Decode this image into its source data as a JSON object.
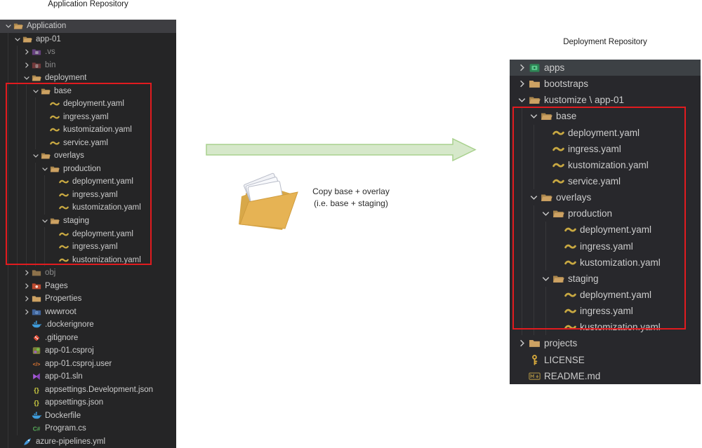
{
  "left_panel": {
    "title": "Application Repository",
    "rows": [
      {
        "label": "Application",
        "level": 0,
        "type": "folder",
        "state": "open",
        "icon": "folder-open",
        "highlight": true
      },
      {
        "label": "app-01",
        "level": 1,
        "type": "folder",
        "state": "open",
        "icon": "folder-open"
      },
      {
        "label": ".vs",
        "level": 2,
        "type": "folder",
        "state": "closed",
        "icon": "folder-vs",
        "dim": true
      },
      {
        "label": "bin",
        "level": 2,
        "type": "folder",
        "state": "closed",
        "icon": "folder-bin",
        "dim": true
      },
      {
        "label": "deployment",
        "level": 2,
        "type": "folder",
        "state": "open",
        "icon": "folder-open"
      },
      {
        "label": "base",
        "level": 3,
        "type": "folder",
        "state": "open",
        "icon": "folder-open"
      },
      {
        "label": "deployment.yaml",
        "level": 4,
        "type": "file",
        "icon": "yaml"
      },
      {
        "label": "ingress.yaml",
        "level": 4,
        "type": "file",
        "icon": "yaml"
      },
      {
        "label": "kustomization.yaml",
        "level": 4,
        "type": "file",
        "icon": "yaml"
      },
      {
        "label": "service.yaml",
        "level": 4,
        "type": "file",
        "icon": "yaml"
      },
      {
        "label": "overlays",
        "level": 3,
        "type": "folder",
        "state": "open",
        "icon": "folder-open"
      },
      {
        "label": "production",
        "level": 4,
        "type": "folder",
        "state": "open",
        "icon": "folder-open"
      },
      {
        "label": "deployment.yaml",
        "level": 5,
        "type": "file",
        "icon": "yaml"
      },
      {
        "label": "ingress.yaml",
        "level": 5,
        "type": "file",
        "icon": "yaml"
      },
      {
        "label": "kustomization.yaml",
        "level": 5,
        "type": "file",
        "icon": "yaml"
      },
      {
        "label": "staging",
        "level": 4,
        "type": "folder",
        "state": "open",
        "icon": "folder-open"
      },
      {
        "label": "deployment.yaml",
        "level": 5,
        "type": "file",
        "icon": "yaml"
      },
      {
        "label": "ingress.yaml",
        "level": 5,
        "type": "file",
        "icon": "yaml"
      },
      {
        "label": "kustomization.yaml",
        "level": 5,
        "type": "file",
        "icon": "yaml"
      },
      {
        "label": "obj",
        "level": 2,
        "type": "folder",
        "state": "closed",
        "icon": "folder-closed",
        "dim": true
      },
      {
        "label": "Pages",
        "level": 2,
        "type": "folder",
        "state": "closed",
        "icon": "folder-pages"
      },
      {
        "label": "Properties",
        "level": 2,
        "type": "folder",
        "state": "closed",
        "icon": "folder-closed"
      },
      {
        "label": "wwwroot",
        "level": 2,
        "type": "folder",
        "state": "closed",
        "icon": "folder-www"
      },
      {
        "label": ".dockerignore",
        "level": 2,
        "type": "file",
        "icon": "docker"
      },
      {
        "label": ".gitignore",
        "level": 2,
        "type": "file",
        "icon": "git"
      },
      {
        "label": "app-01.csproj",
        "level": 2,
        "type": "file",
        "icon": "csproj"
      },
      {
        "label": "app-01.csproj.user",
        "level": 2,
        "type": "file",
        "icon": "code"
      },
      {
        "label": "app-01.sln",
        "level": 2,
        "type": "file",
        "icon": "sln"
      },
      {
        "label": "appsettings.Development.json",
        "level": 2,
        "type": "file",
        "icon": "json"
      },
      {
        "label": "appsettings.json",
        "level": 2,
        "type": "file",
        "icon": "json"
      },
      {
        "label": "Dockerfile",
        "level": 2,
        "type": "file",
        "icon": "docker"
      },
      {
        "label": "Program.cs",
        "level": 2,
        "type": "file",
        "icon": "csharp"
      },
      {
        "label": "azure-pipelines.yml",
        "level": 1,
        "type": "file",
        "icon": "rocket"
      }
    ]
  },
  "right_panel": {
    "title": "Deployment Repository",
    "rows": [
      {
        "label": "apps",
        "level": 0,
        "type": "folder",
        "state": "closed",
        "icon": "folder-apps",
        "highlight": true
      },
      {
        "label": "bootstraps",
        "level": 0,
        "type": "folder",
        "state": "closed",
        "icon": "folder-closed"
      },
      {
        "label": "kustomize \\ app-01",
        "level": 0,
        "type": "folder",
        "state": "open",
        "icon": "folder-open"
      },
      {
        "label": "base",
        "level": 1,
        "type": "folder",
        "state": "open",
        "icon": "folder-open"
      },
      {
        "label": "deployment.yaml",
        "level": 2,
        "type": "file",
        "icon": "yaml"
      },
      {
        "label": "ingress.yaml",
        "level": 2,
        "type": "file",
        "icon": "yaml"
      },
      {
        "label": "kustomization.yaml",
        "level": 2,
        "type": "file",
        "icon": "yaml"
      },
      {
        "label": "service.yaml",
        "level": 2,
        "type": "file",
        "icon": "yaml"
      },
      {
        "label": "overlays",
        "level": 1,
        "type": "folder",
        "state": "open",
        "icon": "folder-open"
      },
      {
        "label": "production",
        "level": 2,
        "type": "folder",
        "state": "open",
        "icon": "folder-open"
      },
      {
        "label": "deployment.yaml",
        "level": 3,
        "type": "file",
        "icon": "yaml"
      },
      {
        "label": "ingress.yaml",
        "level": 3,
        "type": "file",
        "icon": "yaml"
      },
      {
        "label": "kustomization.yaml",
        "level": 3,
        "type": "file",
        "icon": "yaml"
      },
      {
        "label": "staging",
        "level": 2,
        "type": "folder",
        "state": "open",
        "icon": "folder-open"
      },
      {
        "label": "deployment.yaml",
        "level": 3,
        "type": "file",
        "icon": "yaml"
      },
      {
        "label": "ingress.yaml",
        "level": 3,
        "type": "file",
        "icon": "yaml"
      },
      {
        "label": "kustomization.yaml",
        "level": 3,
        "type": "file",
        "icon": "yaml"
      },
      {
        "label": "projects",
        "level": 0,
        "type": "folder",
        "state": "closed",
        "icon": "folder-closed"
      },
      {
        "label": "LICENSE",
        "level": 0,
        "type": "file",
        "icon": "key"
      },
      {
        "label": "README.md",
        "level": 0,
        "type": "file",
        "icon": "markdown"
      }
    ]
  },
  "middle": {
    "caption_line1": "Copy base + overlay",
    "caption_line2": "(i.e. base + staging)"
  },
  "colors": {
    "accent_red": "#e11b1f",
    "left_panel_bg": "#252526",
    "right_panel_bg": "#28282c",
    "left_highlight_row": "#3e3e42",
    "right_highlight_row": "#3d4145",
    "tree_text": "#cccccc",
    "tree_text_dim": "#8a8a8a",
    "folder_tan": "#cda263",
    "yaml_gold": "#c8a842",
    "arrow_fill": "#d6e8ca",
    "arrow_stroke": "#a9d18e"
  }
}
